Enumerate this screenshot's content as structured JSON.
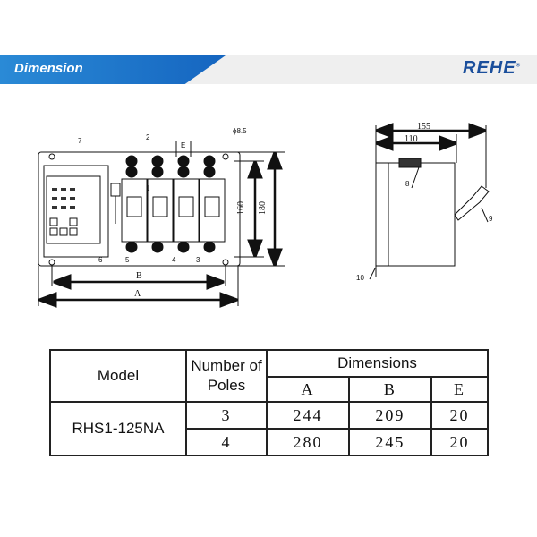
{
  "header": {
    "title": "Dimension",
    "brand": "REHE",
    "registered": "®"
  },
  "drawing": {
    "labels": [
      "1",
      "2",
      "3",
      "4",
      "5",
      "6",
      "7",
      "8",
      "9",
      "10"
    ],
    "dims": {
      "hole": "ϕ8.5",
      "e": "E",
      "h160": "160",
      "h180": "180",
      "b": "B",
      "a": "A",
      "d155": "155",
      "d110": "110"
    }
  },
  "table": {
    "model_header": "Model",
    "poles_header": "Number of Poles",
    "dimensions_header": "Dimensions",
    "sub": [
      "A",
      "B",
      "E"
    ],
    "model": "RHS1-125NA",
    "rows": [
      {
        "poles": "3",
        "a": "244",
        "b": "209",
        "e": "20"
      },
      {
        "poles": "4",
        "a": "280",
        "b": "245",
        "e": "20"
      }
    ]
  }
}
